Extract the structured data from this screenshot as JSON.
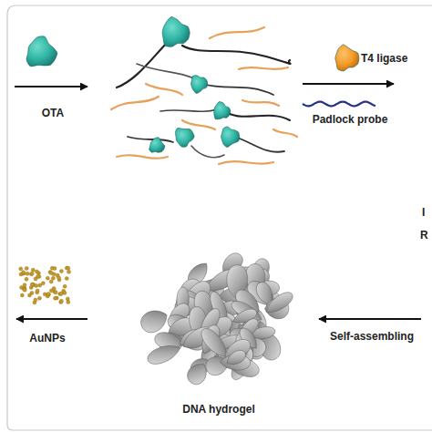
{
  "diagram": {
    "labels": [
      "OTA",
      "T4 ligase",
      "Padlock probe",
      "I",
      "R",
      "AuNPs",
      "DNA hydrogel",
      "Self-assembling"
    ]
  }
}
